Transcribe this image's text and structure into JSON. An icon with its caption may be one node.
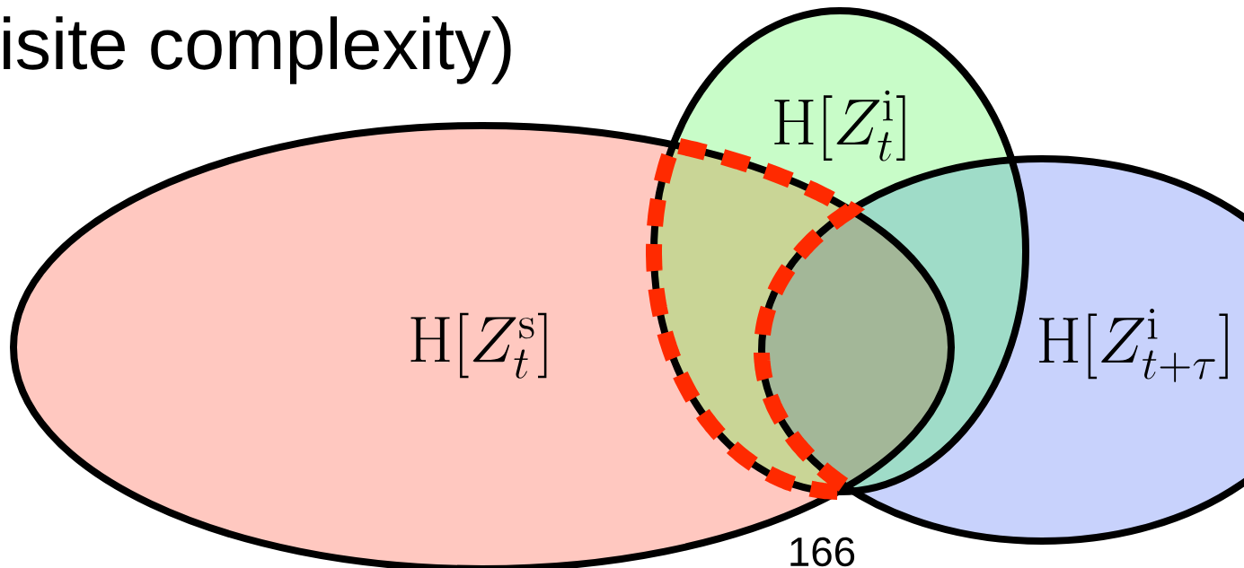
{
  "diagram": {
    "title": "isite complexity)",
    "nodes": [
      {
        "text": [
          "\\mathrm{H}[Z^{\\mathrm{s}}_t]"
        ]
      },
      {
        "text": [
          "\\mathrm{H}[Z^{\\mathrm{i}}_t]"
        ]
      },
      {
        "text": [
          "\\mathrm{H}[Z^{\\mathrm{i}}_{t+\\tau}]"
        ]
      }
    ],
    "labels": [
      "166"
    ]
  }
}
